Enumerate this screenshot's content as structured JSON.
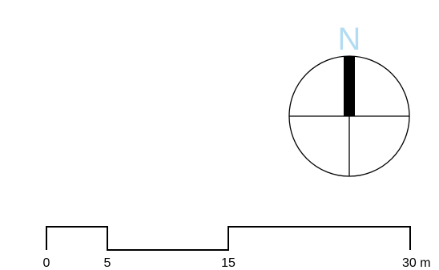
{
  "compass": {
    "north_label": "N",
    "north_label_color": "#b3dcf2",
    "needle_color": "#000000",
    "outline_color": "#000000",
    "fill_color": "#ffffff"
  },
  "scale_bar": {
    "unit": "m",
    "ticks": [
      {
        "value": 0,
        "label": "0"
      },
      {
        "value": 5,
        "label": "5"
      },
      {
        "value": 15,
        "label": "15"
      },
      {
        "value": 30,
        "label": "30 m"
      }
    ],
    "line_color": "#000000"
  }
}
